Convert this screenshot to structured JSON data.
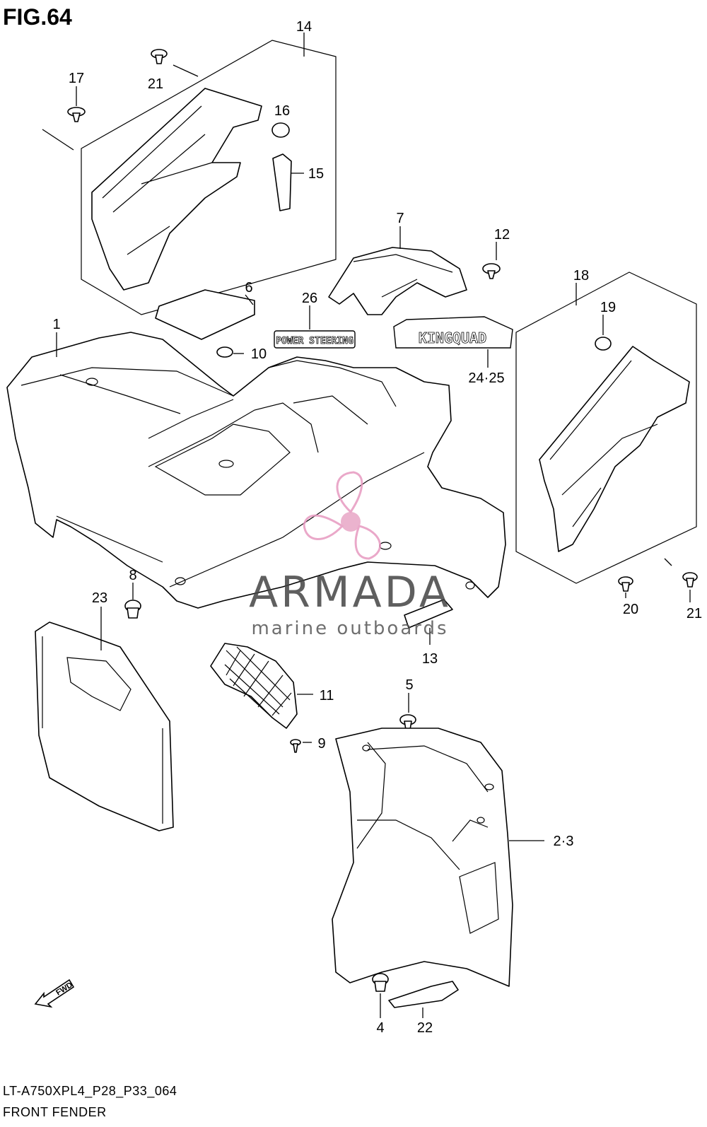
{
  "figure": {
    "title": "FIG.64",
    "code": "LT-A750XPL4_P28_P33_064",
    "subtitle": "FRONT FENDER"
  },
  "callouts": [
    "14",
    "21",
    "17",
    "16",
    "15",
    "7",
    "12",
    "6",
    "26",
    "1",
    "10",
    "24·25",
    "18",
    "19",
    "8",
    "23",
    "13",
    "20",
    "21",
    "11",
    "5",
    "9",
    "2·3",
    "4",
    "22"
  ],
  "decals": {
    "power_steering": "POWER STEERING",
    "kingquad": "KINGQUAD"
  },
  "watermark": {
    "brand": "ARMADA",
    "tagline": "marine outboards",
    "accent_color": "#e79ac0",
    "accent_fill": "#e8a6c6"
  },
  "fwd_label": "FWD"
}
